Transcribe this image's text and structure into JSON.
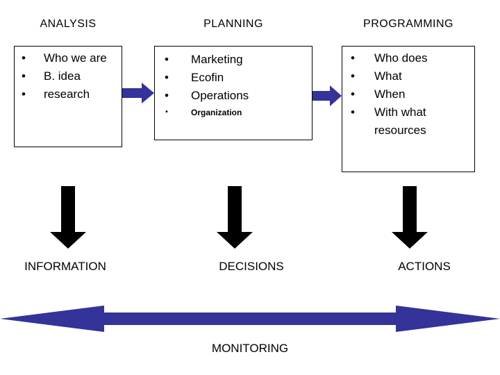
{
  "diagram": {
    "columns": [
      {
        "header": "ANALYSIS",
        "items": [
          {
            "bullet": "•",
            "text": "Who we are",
            "emphasis": "normal"
          },
          {
            "bullet": "•",
            "text": "B. idea",
            "emphasis": "normal"
          },
          {
            "bullet": "•",
            "text": "research",
            "emphasis": "normal"
          }
        ],
        "outcome": "INFORMATION"
      },
      {
        "header": "PLANNING",
        "items": [
          {
            "bullet": "•",
            "text": "Marketing",
            "emphasis": "normal"
          },
          {
            "bullet": "•",
            "text": "Ecofin",
            "emphasis": "normal"
          },
          {
            "bullet": "•",
            "text": "Operations",
            "emphasis": "normal"
          },
          {
            "bullet": "•",
            "text": "Organization",
            "emphasis": "small"
          }
        ],
        "outcome": "DECISIONS"
      },
      {
        "header": "PROGRAMMING",
        "items": [
          {
            "bullet": "•",
            "text": "Who does",
            "emphasis": "normal"
          },
          {
            "bullet": "•",
            "text": "What",
            "emphasis": "normal"
          },
          {
            "bullet": "•",
            "text": "When",
            "emphasis": "normal"
          },
          {
            "bullet": "•",
            "text": "With what resources",
            "emphasis": "normal"
          }
        ],
        "outcome": "ACTIONS"
      }
    ],
    "footer": {
      "label": "MONITORING"
    },
    "icons": {
      "connector_arrow": "right-block-arrow-icon",
      "flow_arrow": "down-block-arrow-icon",
      "monitoring_arrow": "double-headed-arrow-icon"
    },
    "colors": {
      "arrow_blue": "#333399",
      "arrow_black": "#000000",
      "box_border": "#000000",
      "background": "#ffffff",
      "text": "#000000"
    }
  }
}
